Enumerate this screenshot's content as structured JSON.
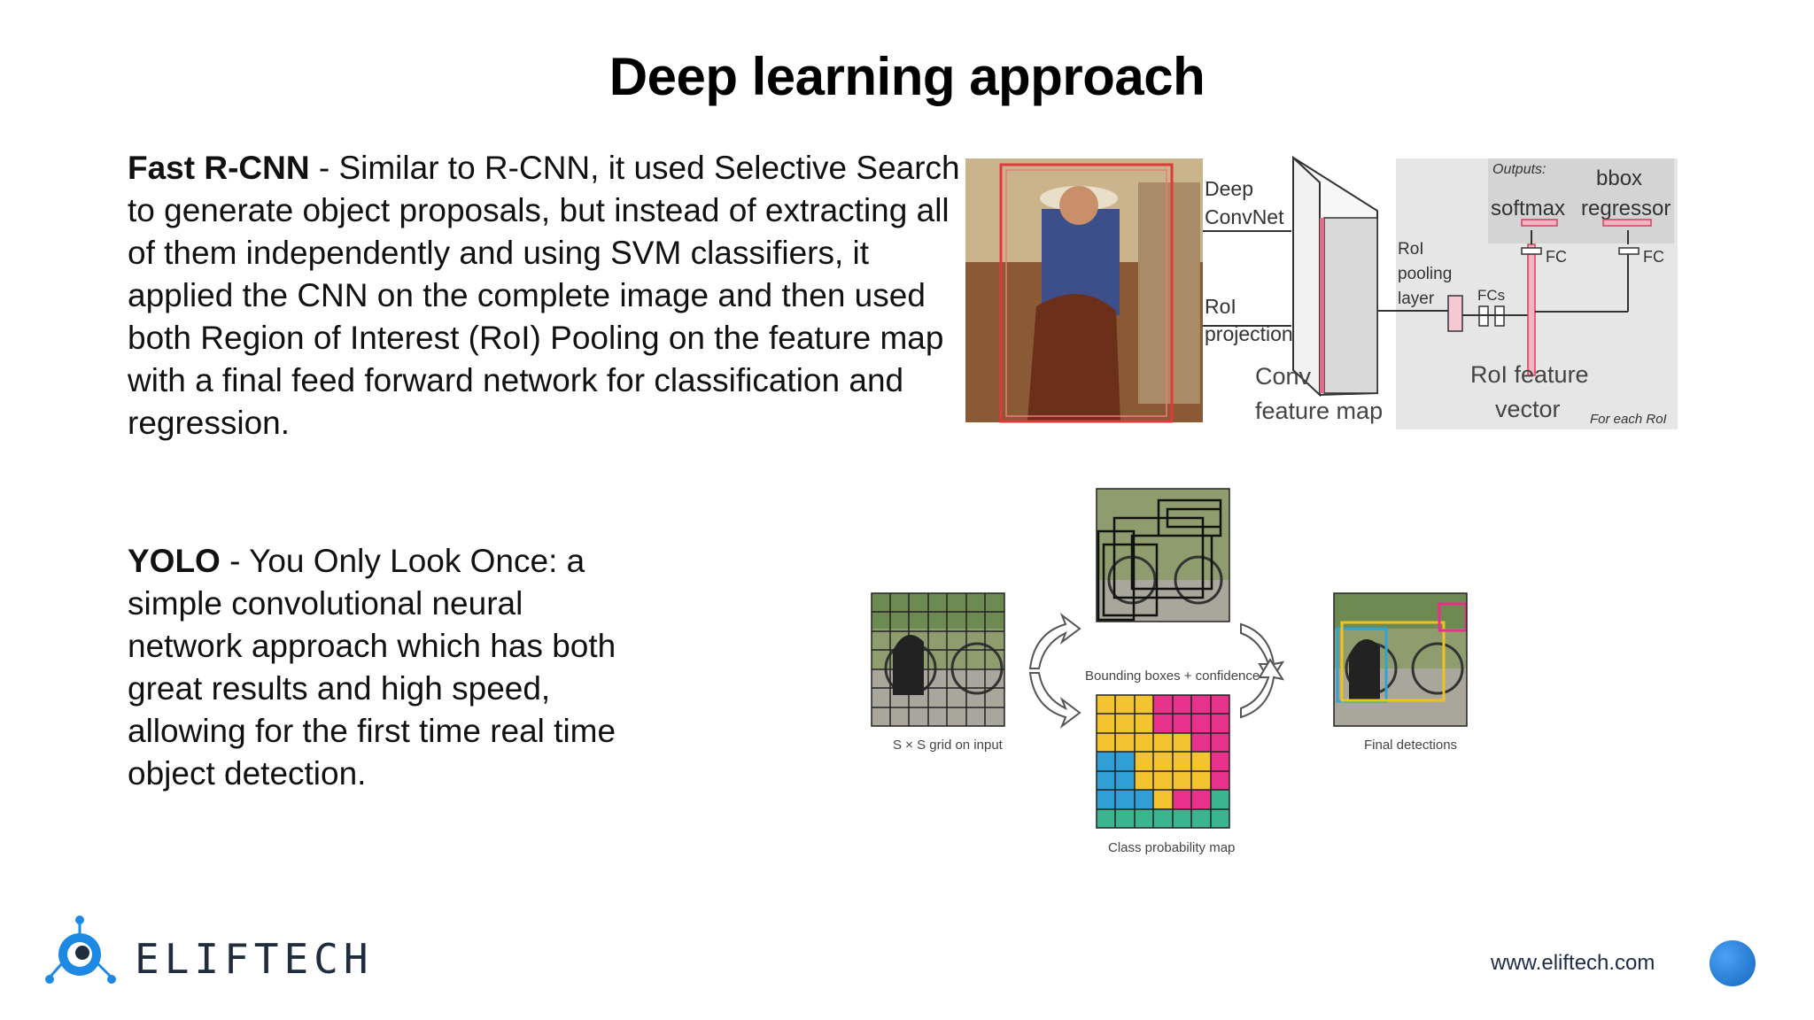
{
  "slide": {
    "title": "Deep learning approach",
    "fast_rcnn": {
      "name": "Fast R-CNN",
      "sep": " - ",
      "text": "Similar to R-CNN, it used Selective Search to generate object proposals, but instead of extracting all of them independently and using SVM classifiers, it applied the CNN on the complete image and then used both Region of Interest (RoI) Pooling on the feature map with a final feed forward network for classification and regression."
    },
    "yolo": {
      "name": "YOLO",
      "sep": " - ",
      "text": "You Only Look Once: a simple convolutional neural network approach which has both great results and high speed, allowing for the first time real time object detection."
    },
    "rcnn_figure": {
      "deep": "Deep",
      "convnet": "ConvNet",
      "roi": "RoI",
      "projection": "projection",
      "conv": "Conv",
      "feature_map": "feature map",
      "roi_pool1": "RoI",
      "roi_pool2": "pooling",
      "roi_pool3": "layer",
      "fcs": "FCs",
      "outputs": "Outputs:",
      "softmax": "softmax",
      "bbox": "bbox",
      "regressor": "regressor",
      "fc1": "FC",
      "fc2": "FC",
      "roi_feature": "RoI feature",
      "vector": "vector",
      "for_each": "For each RoI"
    },
    "yolo_figure": {
      "grid_caption": "S × S grid on input",
      "bbox_caption": "Bounding boxes + confidence",
      "class_caption": "Class probability map",
      "final_caption": "Final detections"
    },
    "footer": {
      "logo": "ELIFTECH",
      "url": "www.eliftech.com"
    },
    "colors": {
      "accent_blue": "#1e88e5",
      "logo_navy": "#1f2d3f"
    }
  }
}
